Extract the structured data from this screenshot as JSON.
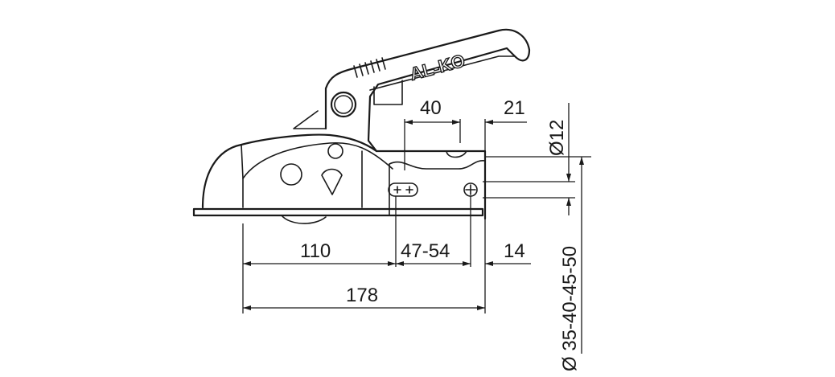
{
  "drawing": {
    "brand_logo": "AL-KO",
    "dimensions": {
      "hole_spacing": "40",
      "hole_to_edge_top": "21",
      "hole_diameter": "Ø12",
      "ball_to_front_hole": "110",
      "hole_range": "47-54",
      "hole_to_edge_bottom": "14",
      "overall_length": "178",
      "drawbar_diameters": "Ø 35-40-45-50"
    }
  }
}
